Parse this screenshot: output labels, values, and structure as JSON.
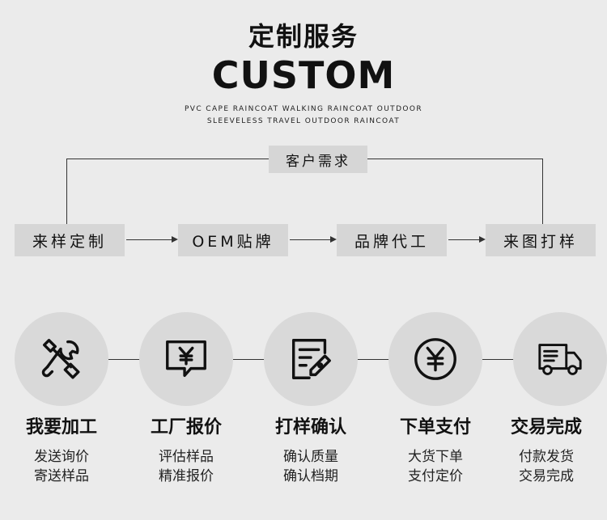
{
  "header": {
    "title_cn": "定制服务",
    "title_en": "CUSTOM",
    "subtitle_line1": "PVC CAPE RAINCOAT WALKING RAINCOAT OUTDOOR",
    "subtitle_line2": "SLEEVELESS TRAVEL OUTDOOR RAINCOAT"
  },
  "flow": {
    "top": "客户需求",
    "steps": [
      "来样定制",
      "OEM贴牌",
      "品牌代工",
      "来图打样"
    ]
  },
  "process": [
    {
      "icon": "tools-icon",
      "title": "我要加工",
      "line1": "发送询价",
      "line2": "寄送样品"
    },
    {
      "icon": "yen-chat-icon",
      "title": "工厂报价",
      "line1": "评估样品",
      "line2": "精准报价"
    },
    {
      "icon": "document-edit-icon",
      "title": "打样确认",
      "line1": "确认质量",
      "line2": "确认档期"
    },
    {
      "icon": "yen-coin-icon",
      "title": "下单支付",
      "line1": "大货下单",
      "line2": "支付定价"
    },
    {
      "icon": "truck-icon",
      "title": "交易完成",
      "line1": "付款发货",
      "line2": "交易完成"
    }
  ]
}
